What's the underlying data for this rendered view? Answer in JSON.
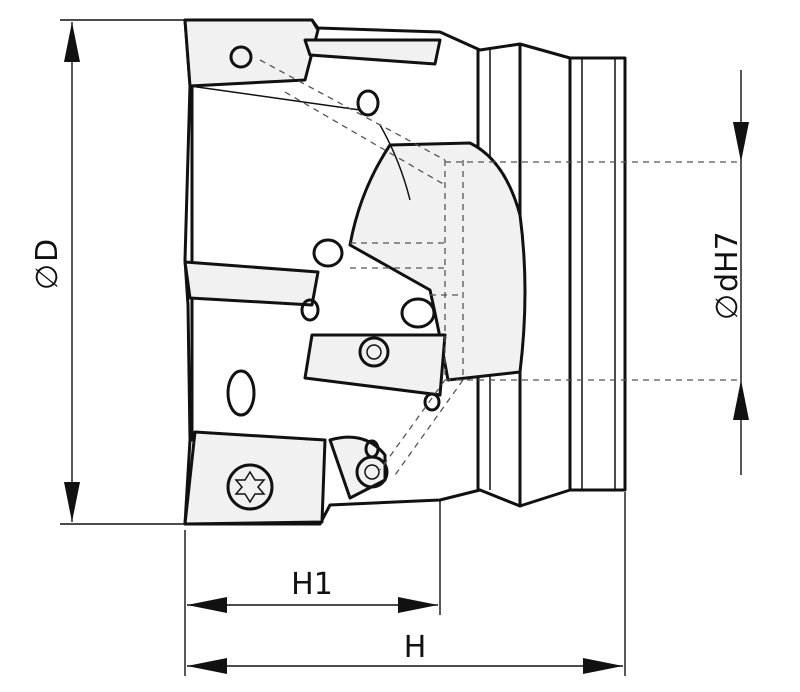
{
  "labels": {
    "d_outer": "D",
    "bore": "dH7",
    "h1": "H1",
    "h": "H",
    "diameter_symbol": "∅"
  }
}
